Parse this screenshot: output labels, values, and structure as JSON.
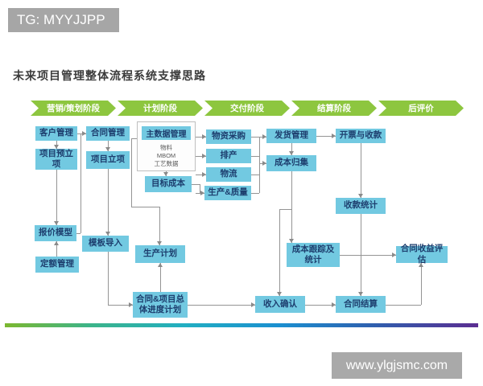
{
  "page": {
    "tag_badge": "TG: MYYJJPP",
    "title": "未来项目管理整体流程系统支撑思路",
    "watermark": "www.ylgjsmc.com"
  },
  "colors": {
    "phase_green": "#8dc63f",
    "node_blue": "#72c9e1",
    "node_text": "#1d3e6e",
    "connector_gray": "#949494",
    "badge_gray": "#a6a6a6",
    "gradient_bar": [
      "#7cb82f",
      "#3cb489",
      "#21aec2",
      "#1b8fd0",
      "#2f5fae",
      "#5b2d91"
    ]
  },
  "phases": [
    {
      "label": "营销/策划阶段"
    },
    {
      "label": "计划阶段"
    },
    {
      "label": "交付阶段"
    },
    {
      "label": "结算阶段"
    },
    {
      "label": "后评价"
    }
  ],
  "master_group": {
    "title": "主数据管理",
    "items": [
      "物料",
      "MBOM",
      "工艺数据"
    ]
  },
  "nodes": [
    {
      "id": "kehu",
      "label": "客户管理"
    },
    {
      "id": "yuli",
      "label": "项目预立项"
    },
    {
      "id": "baojia",
      "label": "报价模型"
    },
    {
      "id": "dinge",
      "label": "定额管理"
    },
    {
      "id": "hetong",
      "label": "合同管理"
    },
    {
      "id": "lixiang",
      "label": "项目立项"
    },
    {
      "id": "moban",
      "label": "模板导入"
    },
    {
      "id": "mubiao",
      "label": "目标成本"
    },
    {
      "id": "scjh",
      "label": "生产计划"
    },
    {
      "id": "zongti",
      "label": "合同&项目总体进度计划"
    },
    {
      "id": "wuzi",
      "label": "物资采购"
    },
    {
      "id": "paichan",
      "label": "排产"
    },
    {
      "id": "wuliu",
      "label": "物流"
    },
    {
      "id": "szl",
      "label": "生产&质量"
    },
    {
      "id": "fahuo",
      "label": "发货管理"
    },
    {
      "id": "guiji",
      "label": "成本归集"
    },
    {
      "id": "genzong",
      "label": "成本跟踪及统计"
    },
    {
      "id": "shouru",
      "label": "收入确认"
    },
    {
      "id": "kaipiao",
      "label": "开票与收款"
    },
    {
      "id": "shoukuan",
      "label": "收款统计"
    },
    {
      "id": "jiesuan",
      "label": "合同结算"
    },
    {
      "id": "pinggu",
      "label": "合同收益评估"
    }
  ],
  "edges": [
    {
      "from": "客户管理",
      "to": "合同管理"
    },
    {
      "from": "客户管理",
      "to": "项目预立项"
    },
    {
      "from": "报价模型",
      "to": "合同管理"
    },
    {
      "from": "合同管理",
      "to": "项目立项"
    },
    {
      "from": "项目预立项",
      "to": "报价模型"
    },
    {
      "from": "定额管理",
      "to": "报价模型"
    },
    {
      "from": "项目立项",
      "to": "模板导入"
    },
    {
      "from": "模板导入",
      "to": "合同&项目总体进度计划"
    },
    {
      "from": "合同&项目总体进度计划",
      "to": "生产计划"
    },
    {
      "from": "合同&项目总体进度计划",
      "to": "收入确认"
    },
    {
      "from": "主数据管理",
      "to": "目标成本"
    },
    {
      "from": "主数据管理",
      "to": "生产计划"
    },
    {
      "from": "主数据管理",
      "to": "物资采购"
    },
    {
      "from": "主数据管理",
      "to": "排产"
    },
    {
      "from": "主数据管理",
      "to": "物流"
    },
    {
      "from": "主数据管理",
      "to": "生产&质量"
    },
    {
      "from": "目标成本",
      "to": "生产&质量"
    },
    {
      "from": "物资采购",
      "to": "发货管理"
    },
    {
      "from": "排产",
      "to": "发货管理"
    },
    {
      "from": "物流",
      "to": "成本归集"
    },
    {
      "from": "生产&质量",
      "to": "成本归集"
    },
    {
      "from": "发货管理",
      "to": "开票与收款"
    },
    {
      "from": "发货管理",
      "to": "成本归集"
    },
    {
      "from": "成本归集",
      "to": "成本跟踪及统计"
    },
    {
      "from": "成本归集",
      "to": "收入确认"
    },
    {
      "from": "开票与收款",
      "to": "收款统计"
    },
    {
      "from": "收款统计",
      "to": "合同结算"
    },
    {
      "from": "成本跟踪及统计",
      "to": "合同收益评估"
    },
    {
      "from": "收入确认",
      "to": "合同结算"
    },
    {
      "from": "合同结算",
      "to": "合同收益评估"
    }
  ]
}
